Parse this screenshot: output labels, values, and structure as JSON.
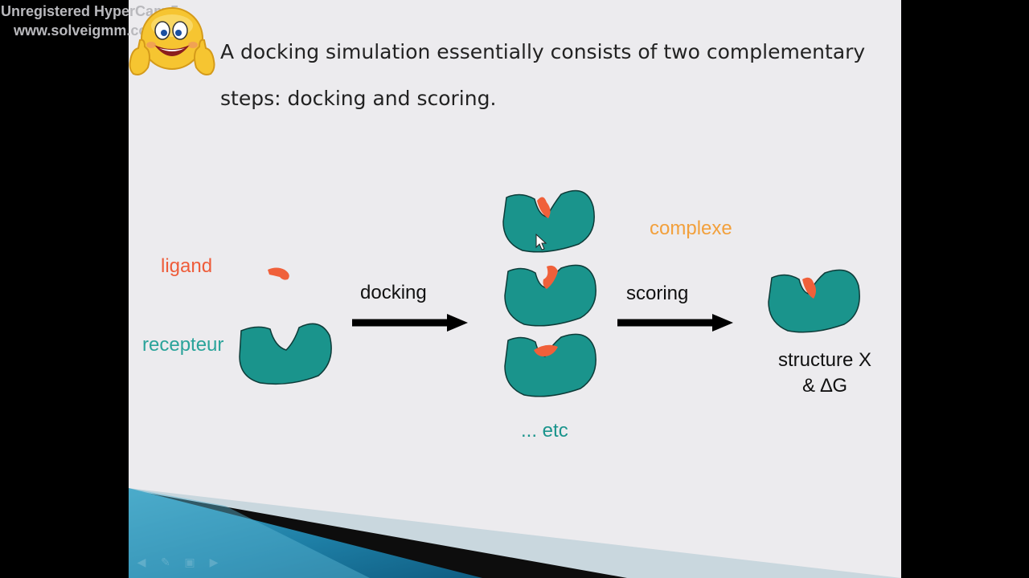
{
  "watermark": {
    "line1": "Unregistered HyperCam 5",
    "line2": "www.solveigmm.com"
  },
  "slide": {
    "title": "A docking simulation essentially consists of two complementary steps: docking and scoring."
  },
  "diagram": {
    "ligand_label": "ligand",
    "receptor_label": "recepteur",
    "docking_label": "docking",
    "complex_label": "complexe",
    "etc_label": "... etc",
    "scoring_label": "scoring",
    "result_line1": "structure X",
    "result_line2": "& ∆G",
    "colors": {
      "teal": "#1a948c",
      "ligand_orange": "#f0603a",
      "ligand_text": "#ee5c3a",
      "complex_text": "#f2a03c",
      "receptor_text": "#2aa39a",
      "arrow": "#000000"
    }
  },
  "icons": {
    "emoji": "thumbs-up-smiley-icon",
    "cursor": "mouse-pointer-icon"
  }
}
